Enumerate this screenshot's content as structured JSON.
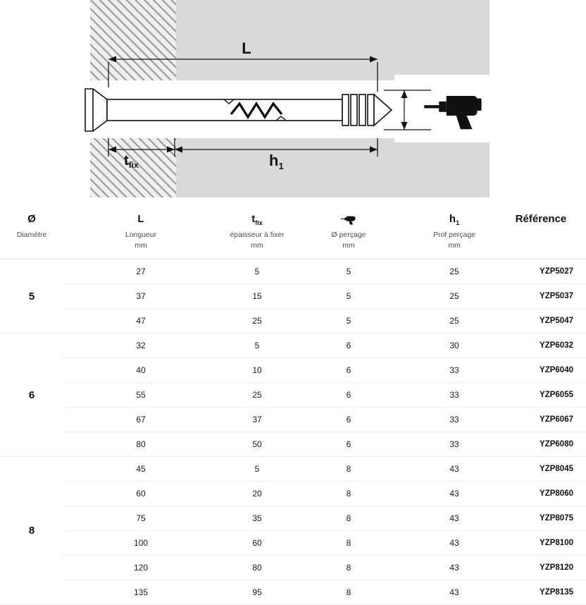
{
  "diagram": {
    "length_label": "L",
    "tfix_label_base": "t",
    "tfix_label_sub": "fix",
    "h1_label_base": "h",
    "h1_label_sub": "1"
  },
  "table": {
    "header": {
      "diameter": {
        "symbol": "Ø",
        "sub": "Diamètre"
      },
      "length": {
        "symbol": "L",
        "sub": "Longueur",
        "unit": "mm"
      },
      "tfix": {
        "base": "t",
        "subscript": "fix",
        "sub": "épaisseur à fixer",
        "unit": "mm"
      },
      "drill": {
        "icon": "drill-icon",
        "sub": "Ø perçage",
        "unit": "mm"
      },
      "depth": {
        "base": "h",
        "subscript": "1",
        "sub": "Prof perçage",
        "unit": "mm"
      },
      "reference": {
        "label": "Référence"
      }
    },
    "groups": [
      {
        "diameter": "5",
        "rows": [
          {
            "length": "27",
            "tfix": "5",
            "drill": "5",
            "depth": "25",
            "reference": "YZP5027"
          },
          {
            "length": "37",
            "tfix": "15",
            "drill": "5",
            "depth": "25",
            "reference": "YZP5037"
          },
          {
            "length": "47",
            "tfix": "25",
            "drill": "5",
            "depth": "25",
            "reference": "YZP5047"
          }
        ]
      },
      {
        "diameter": "6",
        "rows": [
          {
            "length": "32",
            "tfix": "5",
            "drill": "6",
            "depth": "30",
            "reference": "YZP6032"
          },
          {
            "length": "40",
            "tfix": "10",
            "drill": "6",
            "depth": "33",
            "reference": "YZP6040"
          },
          {
            "length": "55",
            "tfix": "25",
            "drill": "6",
            "depth": "33",
            "reference": "YZP6055"
          },
          {
            "length": "67",
            "tfix": "37",
            "drill": "6",
            "depth": "33",
            "reference": "YZP6067"
          },
          {
            "length": "80",
            "tfix": "50",
            "drill": "6",
            "depth": "33",
            "reference": "YZP6080"
          }
        ]
      },
      {
        "diameter": "8",
        "rows": [
          {
            "length": "45",
            "tfix": "5",
            "drill": "8",
            "depth": "43",
            "reference": "YZP8045"
          },
          {
            "length": "60",
            "tfix": "20",
            "drill": "8",
            "depth": "43",
            "reference": "YZP8060"
          },
          {
            "length": "75",
            "tfix": "35",
            "drill": "8",
            "depth": "43",
            "reference": "YZP8075"
          },
          {
            "length": "100",
            "tfix": "60",
            "drill": "8",
            "depth": "43",
            "reference": "YZP8100"
          },
          {
            "length": "120",
            "tfix": "80",
            "drill": "8",
            "depth": "43",
            "reference": "YZP8120"
          },
          {
            "length": "135",
            "tfix": "95",
            "drill": "8",
            "depth": "43",
            "reference": "YZP8135"
          }
        ]
      }
    ]
  }
}
